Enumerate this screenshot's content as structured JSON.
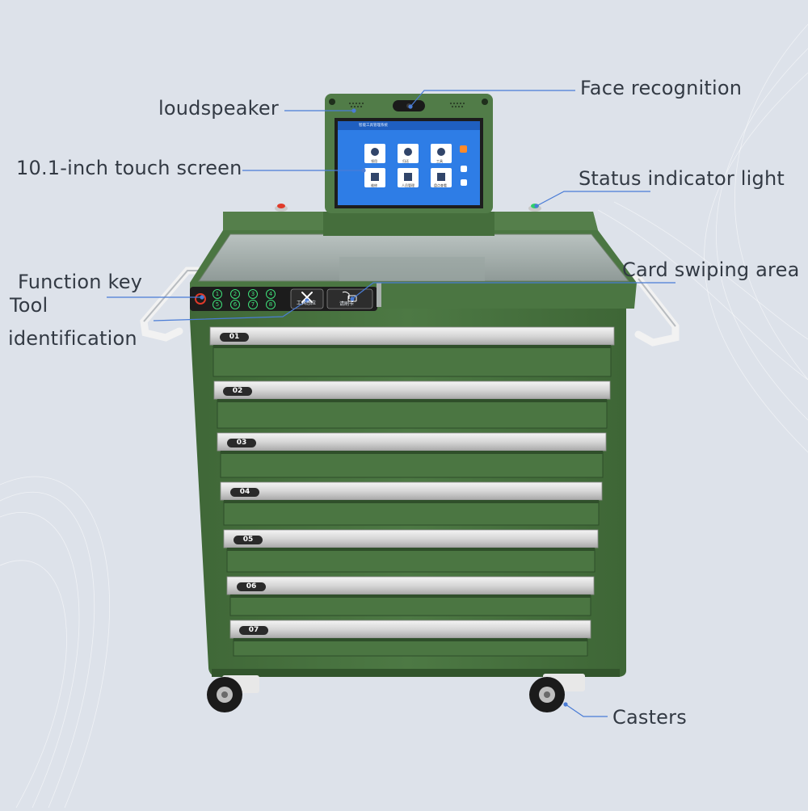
{
  "callouts": {
    "loudspeaker": "loudspeaker",
    "face_recognition": "Face recognition",
    "touch_screen": "10.1-inch touch screen",
    "status_light": "Status indicator light",
    "function_key": "Function key",
    "card_swiping": "Card swiping area",
    "tool_line1": "Tool",
    "tool_line2": "identification",
    "casters": "Casters"
  },
  "drawers": [
    {
      "number": "01"
    },
    {
      "number": "02"
    },
    {
      "number": "03"
    },
    {
      "number": "04"
    },
    {
      "number": "05"
    },
    {
      "number": "06"
    },
    {
      "number": "07"
    }
  ],
  "keypad": {
    "keys": [
      "1",
      "2",
      "3",
      "4",
      "5",
      "6",
      "7",
      "8"
    ]
  },
  "panels": {
    "tool_sensor_label": "工具感应",
    "card_label": "请刷卡"
  },
  "screen": {
    "title": "智能工具管理系统",
    "tiles": [
      {
        "caption": "领用"
      },
      {
        "caption": "归还"
      },
      {
        "caption": "工具"
      },
      {
        "caption": "维修"
      },
      {
        "caption": "人员管理"
      },
      {
        "caption": "盘点查看"
      }
    ]
  },
  "colors": {
    "cabinet_green": "#4a7340",
    "status_green": "#2fd06a",
    "status_red": "#e03a2a",
    "screen_blue": "#2e7de6",
    "callout_line": "#4a7cd6"
  }
}
